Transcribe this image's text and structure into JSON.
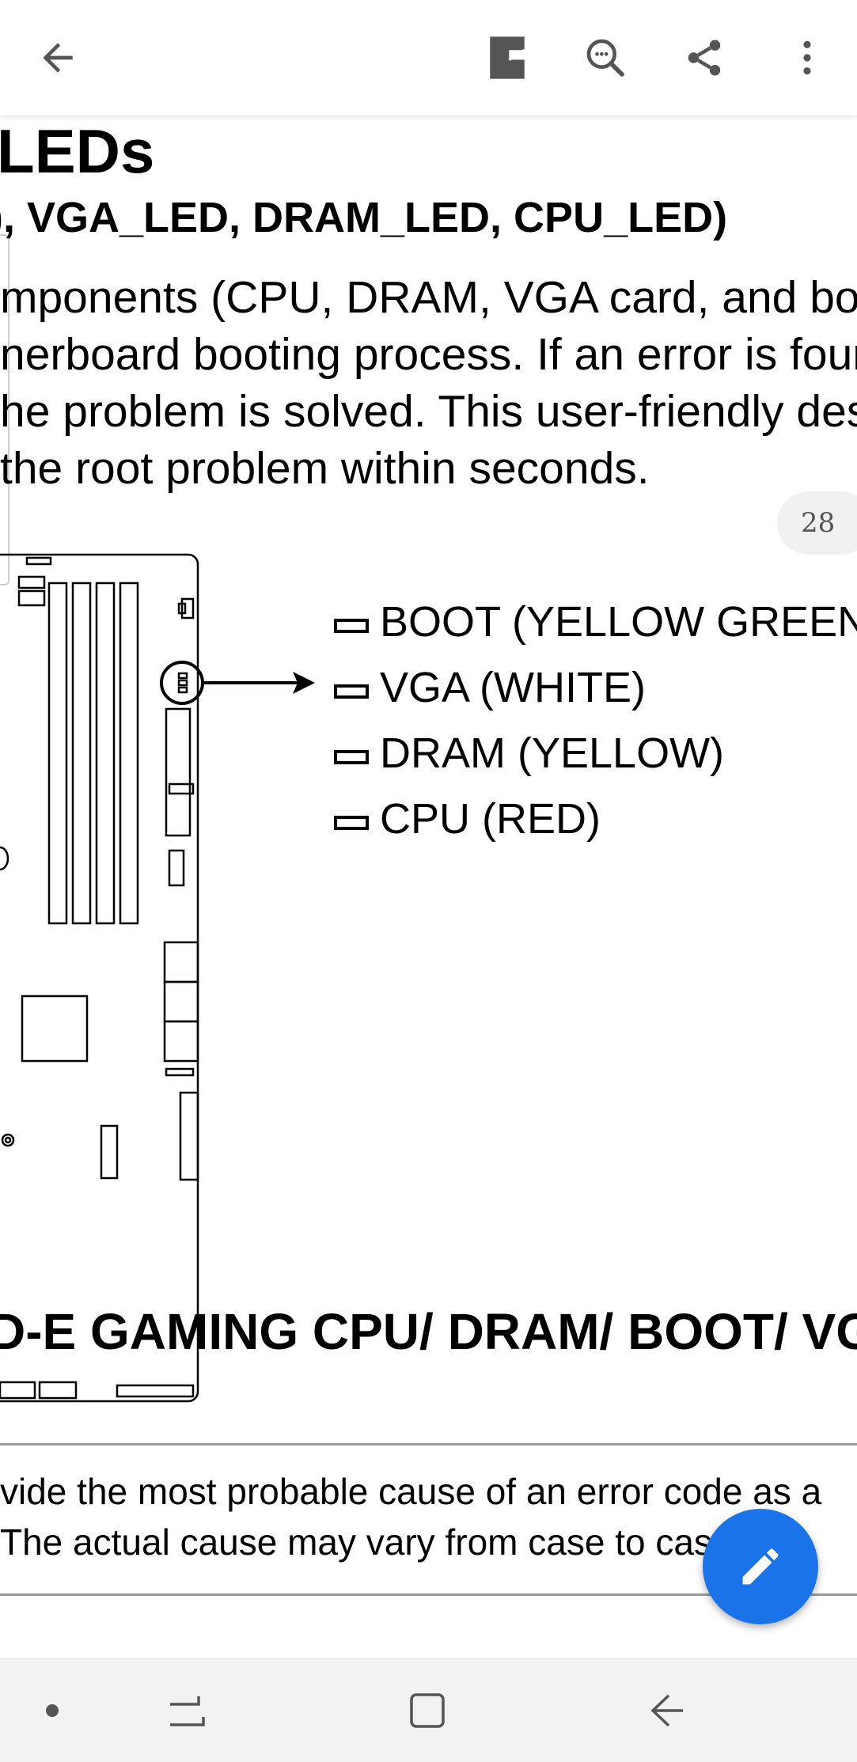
{
  "toolbar": {
    "back_icon": "arrow-left-icon",
    "reader_icon": "reading-mode-icon",
    "search_icon": "search-icon",
    "share_icon": "share-icon",
    "more_icon": "more-vert-icon"
  },
  "document": {
    "heading": "LEDs",
    "subheading": "), VGA_LED, DRAM_LED, CPU_LED)",
    "body_lines": [
      "mponents (CPU, DRAM, VGA card, and boot",
      "nerboard booting process. If an error is found",
      "he problem is solved. This user-friendly design",
      " the root problem within seconds."
    ],
    "page_number": "28",
    "led_labels": [
      "BOOT (YELLOW GREEN)",
      "VGA (WHITE)",
      "DRAM (YELLOW)",
      "CPU (RED)"
    ],
    "figure_caption": "D-E GAMING CPU/ DRAM/ BOOT/ VGA",
    "note_lines": [
      "vide the most probable cause of an error code as a",
      " The actual cause may vary from case to case."
    ]
  },
  "fab": {
    "icon": "edit-pencil-icon",
    "color": "#1a73e8"
  },
  "navbar": {
    "icons": [
      "dot-icon",
      "recent-apps-icon",
      "home-icon",
      "back-icon"
    ]
  }
}
